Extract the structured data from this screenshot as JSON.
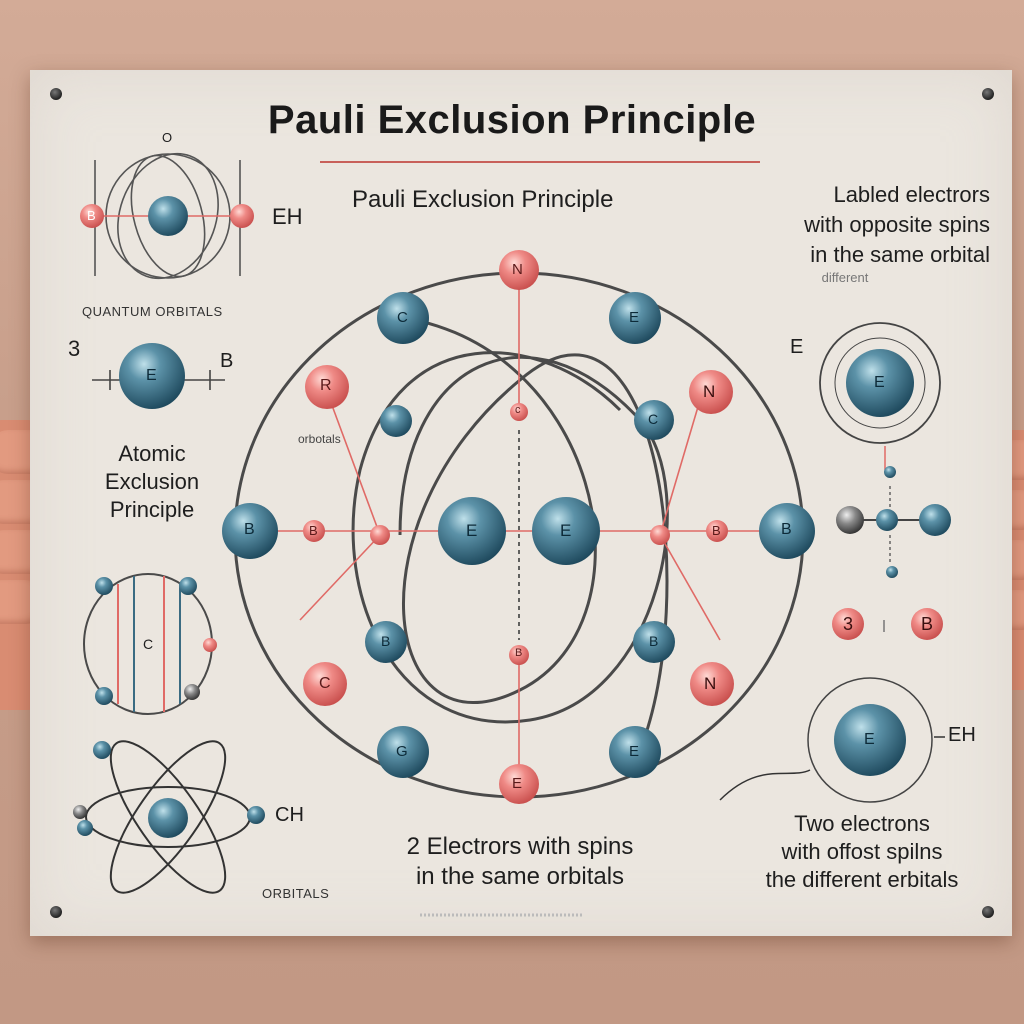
{
  "title": "Pauli Exclusion Principle",
  "subtitle": "Pauli Exclusion Principle",
  "top_right_note": {
    "line1": "Labled electrors",
    "line2": "with opposite spins",
    "line3": "in the same orbital",
    "faint": "different"
  },
  "left_panel": {
    "top_label_o": "O",
    "top_left_electron": "B",
    "top_right_label": "EH",
    "orbitals_label": "QUANTUM ORBITALS",
    "left_num": "3",
    "electron_e": "E",
    "right_b": "B",
    "atomic_label_1": "Atomic",
    "atomic_label_2": "Exclusion",
    "atomic_label_3": "Principle",
    "cylinder_label": "C",
    "atom_ch": "CH",
    "orbitals_caption": "ORBITALS"
  },
  "center_diagram": {
    "top_electron": "N",
    "left_red": "R",
    "right_red": "N",
    "left_blue": "B",
    "right_blue": "B",
    "center_left": "E",
    "center_right": "E",
    "small_left": "B",
    "small_right": "B",
    "orbitals_note": "orbotals",
    "bottom_red_left": "C",
    "bottom_red_right": "N",
    "bottom_electron": "E",
    "mid_small": "B",
    "top_small": "c",
    "left_small_blue": "B",
    "lower_mid_blue_left": "B",
    "lower_mid_blue_right": "B",
    "orbit_left_blue_top": "C",
    "orbit_right_blue_top": "E",
    "orbit_left_blue_bottom": "G",
    "orbit_right_blue_bottom": "E",
    "inner_left_blue": "C"
  },
  "bottom_center_text": {
    "line1": "2 Electrors with spins",
    "line2": "in the same orbitals"
  },
  "right_panel": {
    "label_e": "E",
    "atom_e": "E",
    "num_3": "3",
    "b_label": "B",
    "eh_label": "EH",
    "bottom_atom": "E",
    "text1": "Two electrons",
    "text2": "with offost spilns",
    "text3": "the different erbitals"
  },
  "colors": {
    "electron_blue": "#3a6b82",
    "electron_red": "#e56f6f",
    "orbit_line": "#555555",
    "poster_bg": "#ebe6df",
    "accent_line": "#c8605a"
  }
}
